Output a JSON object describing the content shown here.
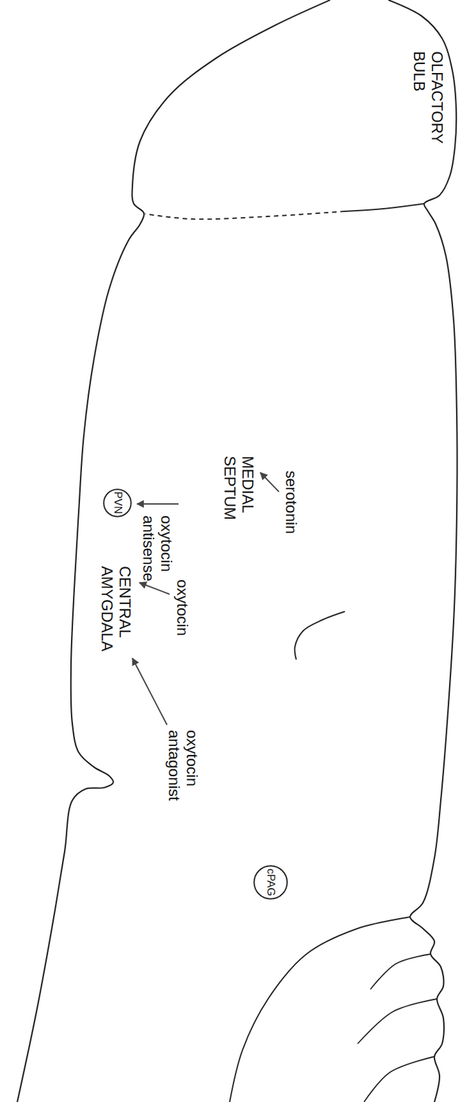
{
  "diagram": {
    "nodes": [
      {
        "text": [
          "PVN"
        ]
      },
      {
        "text": [
          "cPAG"
        ]
      }
    ],
    "labels": [
      "OLFACTORY BULB",
      "serotonin",
      "MEDIAL SEPTUM",
      "oxytocin antisense",
      "oxytocin",
      "CENTRAL AMYGDALA",
      "oxytocin antagonist"
    ]
  }
}
